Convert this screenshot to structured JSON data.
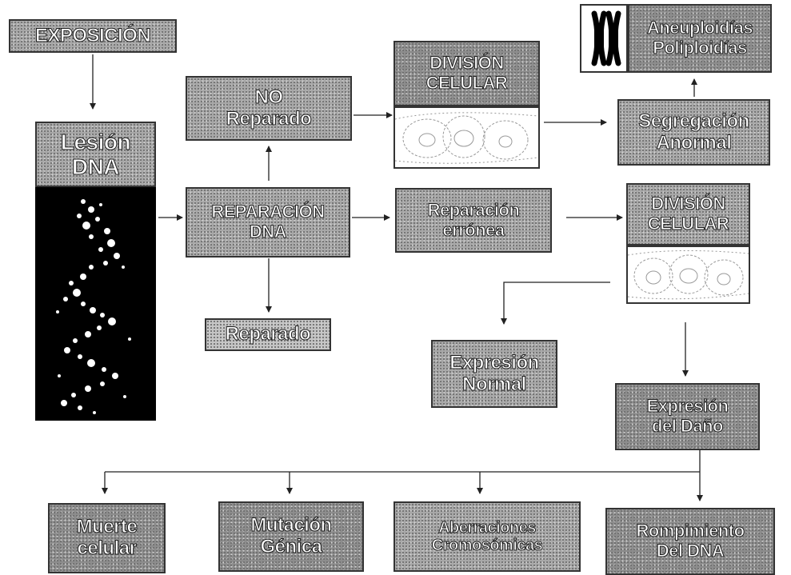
{
  "nodes": {
    "exposicion": "EXPOSICIÓN",
    "lesion": [
      "Lesión",
      "DNA"
    ],
    "no_reparado": [
      "NO",
      "Reparado"
    ],
    "reparacion_dna": [
      "REPARACIÓN",
      "DNA"
    ],
    "reparado": "Reparado",
    "division_celular_1": [
      "DIVISIÓN",
      "CELULAR"
    ],
    "reparacion_erronea": [
      "Reparación",
      "errónea"
    ],
    "aneuploidias": [
      "Aneuploidías",
      "Poliploidías"
    ],
    "segregacion": [
      "Segregación",
      "Anormal"
    ],
    "division_celular_2": [
      "DIVISIÓN",
      "CELULAR"
    ],
    "expresion_normal": [
      "Expresión",
      "Normal"
    ],
    "expresion_dano": [
      "Expresión",
      "del Daño"
    ],
    "muerte_celular": [
      "Muerte",
      "celular"
    ],
    "mutacion_genica": [
      "Mutación",
      "Génica"
    ],
    "aberraciones": [
      "Aberraciones",
      "Cromosómicas"
    ],
    "rompimiento": [
      "Rompimiento",
      "Del DNA"
    ]
  },
  "colors": {
    "box_fill": "#a8a8a8",
    "text_fill": "#ffffff",
    "text_outline": "#1a1a1a",
    "arrow": "#222222",
    "dna_background": "#000000"
  },
  "icons": {
    "chromosome": "x-chromosome-icon",
    "cells": "cell-division-image",
    "dna_damage": "damaged-chromosome-image"
  }
}
